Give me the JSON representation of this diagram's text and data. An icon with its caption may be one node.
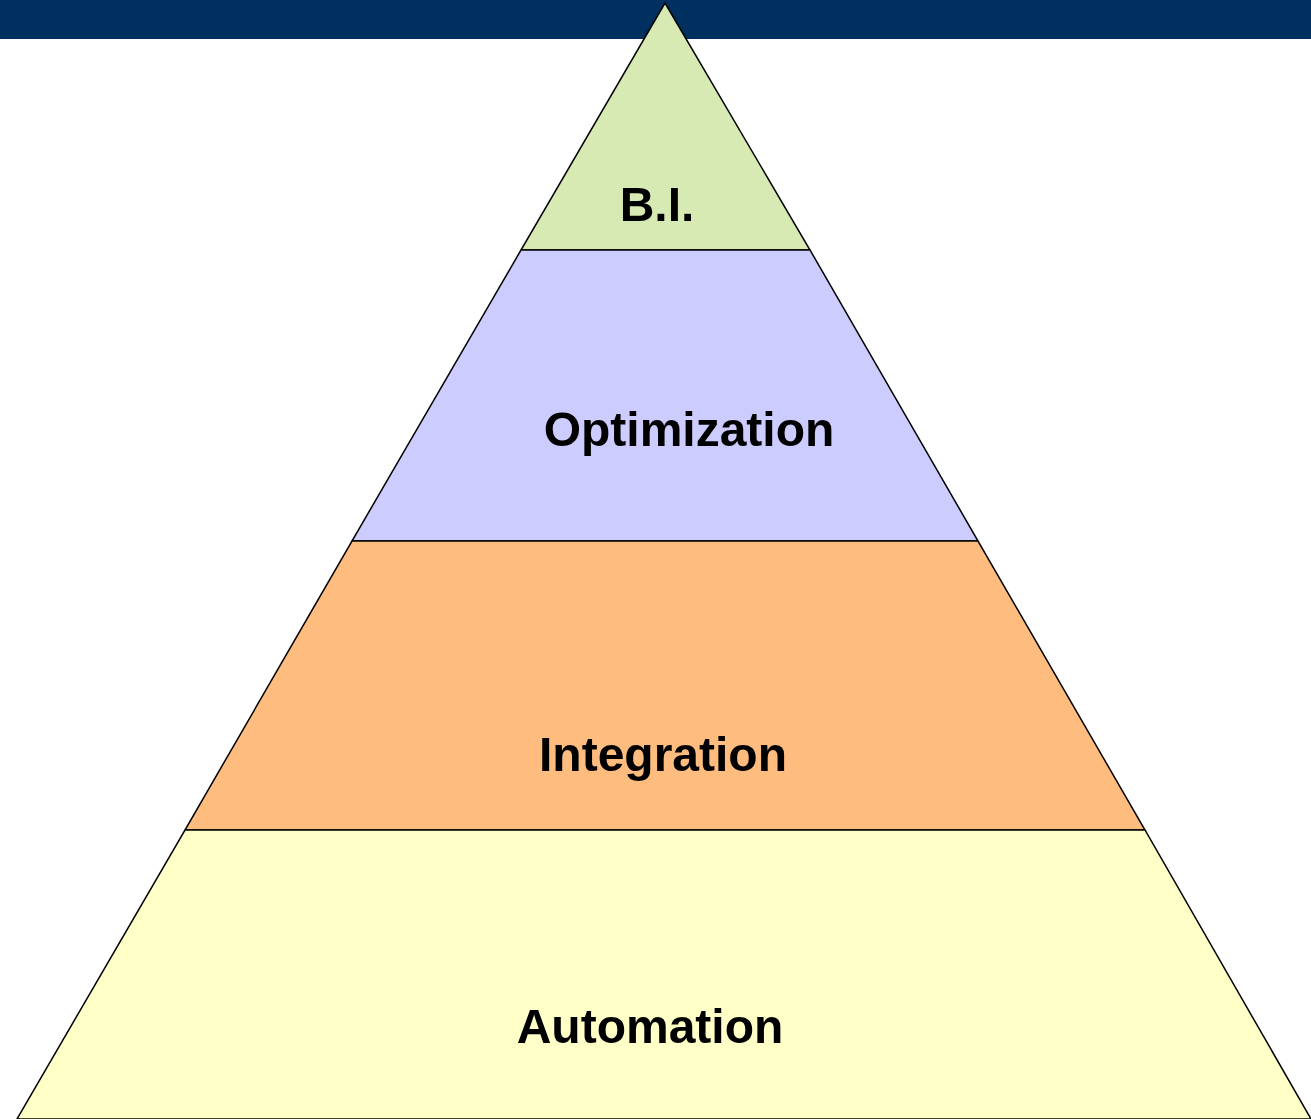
{
  "diagram": {
    "nodes": [
      {
        "text": [
          "B.I."
        ]
      },
      {
        "text": [
          "Optimization"
        ]
      },
      {
        "text": [
          "Integration"
        ]
      },
      {
        "text": [
          "Automation"
        ]
      }
    ]
  }
}
